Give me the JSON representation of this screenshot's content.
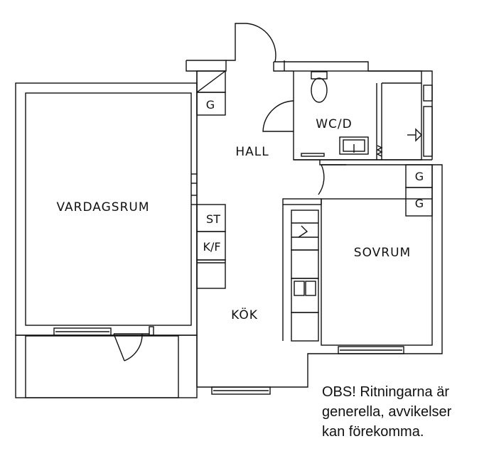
{
  "rooms": {
    "vardagsrum": "VARDAGSRUM",
    "hall": "HALL",
    "wc": "WC/D",
    "sovrum": "SOVRUM",
    "kok": "KÖK"
  },
  "storage": {
    "hall_closet": "G",
    "bedroom_closet_1": "G",
    "bedroom_closet_2": "G",
    "stove": "ST",
    "fridge_freezer": "K/F"
  },
  "note": {
    "line1": "OBS! Ritningarna är",
    "line2": "generella, avvikelser",
    "line3": "kan förekomma."
  }
}
